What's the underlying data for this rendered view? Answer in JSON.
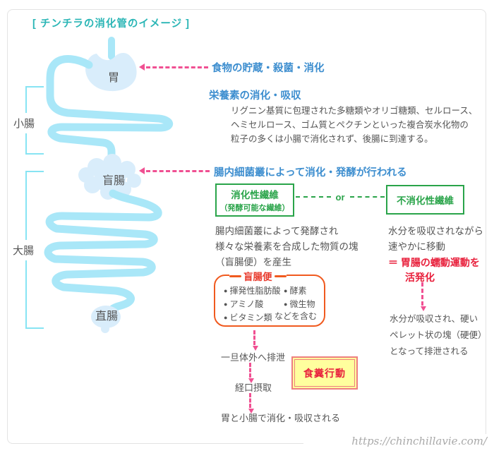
{
  "title": "[ チンチラの消化管のイメージ ]",
  "organs": {
    "stomach": "胃",
    "small_intestine": "小腸",
    "cecum": "盲腸",
    "large_intestine": "大腸",
    "rectum": "直腸"
  },
  "notes": {
    "stomach": "食物の貯蔵・殺菌・消化",
    "small_intestine_heading": "栄養素の消化・吸収",
    "small_intestine_detail": [
      "リグニン基質に包理された多糖類やオリゴ糖類、セルロース、",
      "ヘミセルロース、ゴム質とペクチンといった複合炭水化物の",
      "粒子の多くは小腸で消化されず、後腸に到達する。"
    ],
    "cecum": "腸内細菌叢によって消化・発酵が行われる"
  },
  "fiber": {
    "digestible": {
      "title": "消化性繊維",
      "subtitle": "（発酵可能な繊維）",
      "detail": [
        "腸内細菌叢によって発酵され",
        "様々な栄養素を合成した物質の塊",
        "（盲腸便）を産生"
      ]
    },
    "or_label": "or",
    "indigestible": {
      "title": "不消化性繊維",
      "detail": [
        "水分を吸収されながら",
        "速やかに移動"
      ],
      "effect": [
        "＝ 胃腸の蠕動運動を",
        "活発化"
      ],
      "result": [
        "水分が吸収され、硬い",
        "ペレット状の塊（硬便）",
        "となって排泄される"
      ]
    }
  },
  "cecotrope_box": {
    "title": "盲腸便",
    "items_left": [
      "揮発性脂肪酸",
      "アミノ酸",
      "ビタミン類"
    ],
    "items_right": [
      "酵素",
      "微生物"
    ],
    "footer": "などを含む"
  },
  "flow": {
    "step_excrete": "一旦体外へ排泄",
    "step_ingest": "経口摂取",
    "step_digest": "胃と小腸で消化・吸収される",
    "coprophagy_label": "食糞行動"
  },
  "footer": {
    "url": "https://chinchillavie.com/"
  },
  "colors": {
    "accent_teal": "#2bb6b6",
    "heading_blue": "#3d8ecf",
    "text_gray": "#555555",
    "green": "#2aa44a",
    "pink": "#f05092",
    "red": "#e8203c",
    "orange": "#f05a1f",
    "tube_blue": "#a9e7f8",
    "organ_fill_blue": "#d9edfb",
    "bracket_cyan": "#87e4f3",
    "coprophagy_yellow": "#ffff9e",
    "coprophagy_border_pink": "#ee7f7f"
  }
}
